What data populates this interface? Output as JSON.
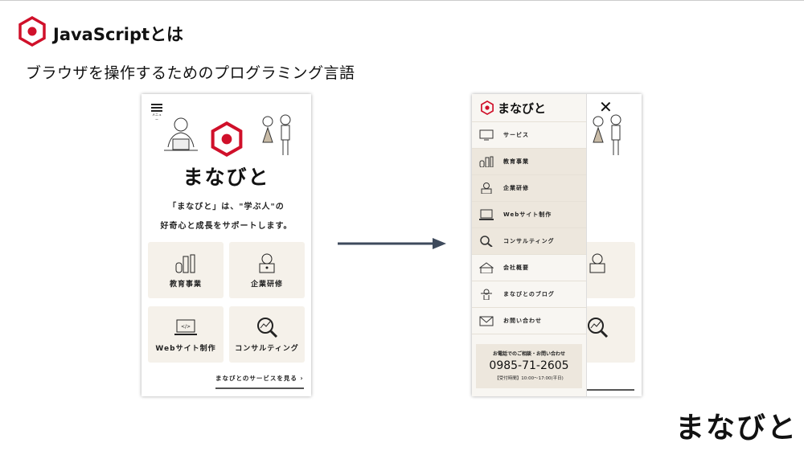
{
  "slide": {
    "title": "JavaScriptとは",
    "subtitle": "ブラウザを操作するためのプログラミング言語",
    "footer_logo": "まなびと",
    "accent": "#d0102a"
  },
  "page": {
    "menu_label": "メニュー",
    "brand": "まなびと",
    "tagline_1": "「まなびと」は、\"学ぶ人\"の",
    "tagline_2": "好奇心と成長をサポートします。",
    "cards": [
      {
        "label": "教育事業",
        "icon": "pencils-icon"
      },
      {
        "label": "企業研修",
        "icon": "person-laptop-icon"
      },
      {
        "label": "Webサイト制作",
        "icon": "laptop-code-icon"
      },
      {
        "label": "コンサルティング",
        "icon": "magnifier-chart-icon"
      }
    ],
    "more_link": "まなびとのサービスを見る ›"
  },
  "menu": {
    "brand": "まなびと",
    "close": "✕",
    "items": [
      {
        "label": "サービス",
        "icon": "monitor-icon"
      },
      {
        "label": "教育事業",
        "icon": "pencils-icon"
      },
      {
        "label": "企業研修",
        "icon": "person-laptop-icon"
      },
      {
        "label": "Webサイト制作",
        "icon": "laptop-code-icon"
      },
      {
        "label": "コンサルティング",
        "icon": "magnifier-chart-icon"
      },
      {
        "label": "会社概要",
        "icon": "building-icon"
      },
      {
        "label": "まなびとのブログ",
        "icon": "blog-icon"
      },
      {
        "label": "お問い合わせ",
        "icon": "mail-icon"
      }
    ],
    "contact": {
      "heading": "お電話でのご相談・お問い合わせ",
      "phone": "0985-71-2605",
      "hours": "【受付時間】10:00〜17:00(平日)"
    }
  }
}
